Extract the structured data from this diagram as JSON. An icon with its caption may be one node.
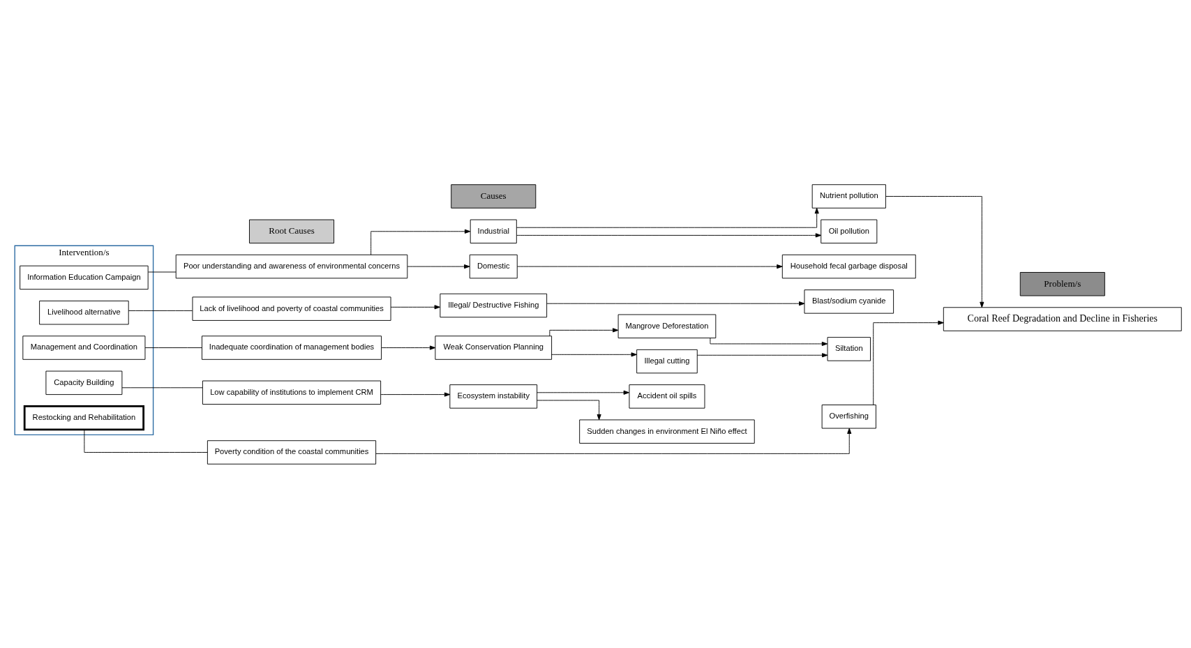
{
  "diagram": {
    "nodes": [
      {
        "text": [
          "Intervention/s"
        ]
      },
      {
        "text": [
          "Information Education Campaign"
        ],
        "in": 0
      },
      {
        "text": [
          "Livelihood alternative"
        ],
        "in": 0
      },
      {
        "text": [
          "Management and Coordination"
        ],
        "in": 0
      },
      {
        "text": [
          "Capacity Building"
        ],
        "in": 0
      },
      {
        "text": [
          "Restocking and Rehabilitation"
        ],
        "in": 0
      },
      {
        "text": [
          "Root Causes"
        ]
      },
      {
        "text": [
          "Causes"
        ]
      },
      {
        "text": [
          "Problem/s"
        ]
      },
      {
        "text": [
          "Poor understanding and awareness of environmental concerns"
        ]
      },
      {
        "text": [
          "Lack of livelihood and poverty of coastal communities"
        ]
      },
      {
        "text": [
          "Inadequate coordination of management bodies"
        ]
      },
      {
        "text": [
          "Low capability of institutions to implement CRM"
        ]
      },
      {
        "text": [
          "Poverty condition of the coastal communities"
        ]
      },
      {
        "text": [
          "Industrial"
        ]
      },
      {
        "text": [
          "Domestic"
        ]
      },
      {
        "text": [
          "Illegal/ Destructive Fishing"
        ]
      },
      {
        "text": [
          "Weak Conservation Planning"
        ]
      },
      {
        "text": [
          "Ecosystem instability"
        ]
      },
      {
        "text": [
          "Mangrove Deforestation"
        ]
      },
      {
        "text": [
          "Illegal cutting"
        ]
      },
      {
        "text": [
          "Accident oil spills"
        ]
      },
      {
        "text": [
          "Sudden changes in environment El Niño effect"
        ]
      },
      {
        "text": [
          "Nutrient pollution"
        ]
      },
      {
        "text": [
          "Oil pollution"
        ]
      },
      {
        "text": [
          "Household fecal garbage disposal"
        ]
      },
      {
        "text": [
          "Blast/sodium cyanide"
        ]
      },
      {
        "text": [
          "Siltation"
        ]
      },
      {
        "text": [
          "Overfishing"
        ]
      },
      {
        "text": [
          "Coral Reef Degradation and Decline in Fisheries"
        ]
      }
    ],
    "edges": [
      {
        "from": 1,
        "to": 9,
        "arrow": "none"
      },
      {
        "from": 2,
        "to": 10,
        "arrow": "none"
      },
      {
        "from": 3,
        "to": 11,
        "arrow": "none"
      },
      {
        "from": 4,
        "to": 12,
        "arrow": "none"
      },
      {
        "from": 5,
        "to": 13,
        "arrow": "none"
      },
      {
        "from": 9,
        "to": 14,
        "arrow": "to"
      },
      {
        "from": 9,
        "to": 15,
        "arrow": "to"
      },
      {
        "from": 10,
        "to": 16,
        "arrow": "to"
      },
      {
        "from": 11,
        "to": 17,
        "arrow": "to"
      },
      {
        "from": 12,
        "to": 18,
        "arrow": "to"
      },
      {
        "from": 13,
        "to": 28,
        "arrow": "to"
      },
      {
        "from": 14,
        "to": 23,
        "arrow": "to"
      },
      {
        "from": 14,
        "to": 24,
        "arrow": "to"
      },
      {
        "from": 15,
        "to": 25,
        "arrow": "to"
      },
      {
        "from": 16,
        "to": 26,
        "arrow": "to"
      },
      {
        "from": 17,
        "to": 19,
        "arrow": "to"
      },
      {
        "from": 17,
        "to": 20,
        "arrow": "to"
      },
      {
        "from": 19,
        "to": 27,
        "arrow": "to"
      },
      {
        "from": 20,
        "to": 27,
        "arrow": "to"
      },
      {
        "from": 18,
        "to": 21,
        "arrow": "to"
      },
      {
        "from": 18,
        "to": 22,
        "arrow": "to"
      },
      {
        "from": 23,
        "to": 29,
        "arrow": "to"
      },
      {
        "from": 28,
        "to": 29,
        "arrow": "to"
      }
    ]
  }
}
